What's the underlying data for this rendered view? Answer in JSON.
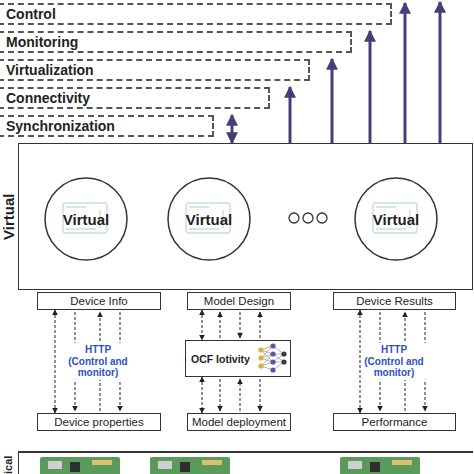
{
  "diagram": {
    "nodes": [
      {
        "text": [
          "Control"
        ]
      },
      {
        "text": [
          "Monitoring"
        ]
      },
      {
        "text": [
          "Virtualization"
        ]
      },
      {
        "text": [
          "Connectivity"
        ]
      },
      {
        "text": [
          "Synchronization"
        ]
      },
      {
        "text": [
          "Virtual"
        ]
      },
      {
        "text": [
          "Virtual"
        ],
        "in": 5
      },
      {
        "text": [
          "Virtual"
        ],
        "in": 5
      },
      {
        "text": [
          "Virtual"
        ],
        "in": 5
      },
      {
        "text": [
          "Device Info"
        ]
      },
      {
        "text": [
          "Model Design"
        ]
      },
      {
        "text": [
          "Device Results"
        ]
      },
      {
        "text": [
          "OCF Iotivity"
        ]
      },
      {
        "text": [
          "Device properties"
        ]
      },
      {
        "text": [
          "Model deployment"
        ]
      },
      {
        "text": [
          "Performance"
        ]
      },
      {
        "text": [
          "ical"
        ]
      }
    ],
    "edges": [
      {
        "from": 5,
        "to": 4,
        "arrow": "both"
      },
      {
        "from": 5,
        "to": 3,
        "arrow": "to"
      },
      {
        "from": 5,
        "to": 2,
        "arrow": "to"
      },
      {
        "from": 5,
        "to": 1,
        "arrow": "to"
      },
      {
        "from": 5,
        "to": 0,
        "arrow": "to"
      },
      {
        "from": 13,
        "to": 9,
        "label": "HTTP (Control and monitor)",
        "arrow": "both"
      },
      {
        "from": 10,
        "to": 12,
        "arrow": "both"
      },
      {
        "from": 12,
        "to": 14,
        "arrow": "both"
      },
      {
        "from": 15,
        "to": 11,
        "label": "HTTP (Control and monitor)",
        "arrow": "both"
      }
    ]
  }
}
